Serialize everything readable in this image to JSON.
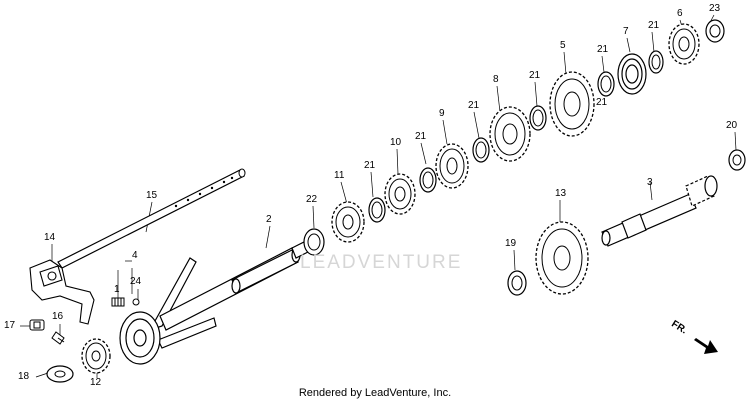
{
  "watermark": "LEADVENTURE",
  "footer": "Rendered by LeadVenture, Inc.",
  "front_marker": "FR.",
  "callouts": {
    "c1": "1",
    "c2": "2",
    "c3": "3",
    "c4": "4",
    "c5": "5",
    "c6": "6",
    "c7": "7",
    "c8": "8",
    "c9": "9",
    "c10": "10",
    "c11": "11",
    "c12": "12",
    "c13": "13",
    "c14": "14",
    "c15": "15",
    "c16": "16",
    "c17": "17",
    "c18": "18",
    "c19": "19",
    "c20": "20",
    "c21a": "21",
    "c21b": "21",
    "c21c": "21",
    "c21d": "21",
    "c21e": "21",
    "c21f": "21",
    "c21g": "21",
    "c22": "22",
    "c23": "23",
    "c24": "24"
  }
}
